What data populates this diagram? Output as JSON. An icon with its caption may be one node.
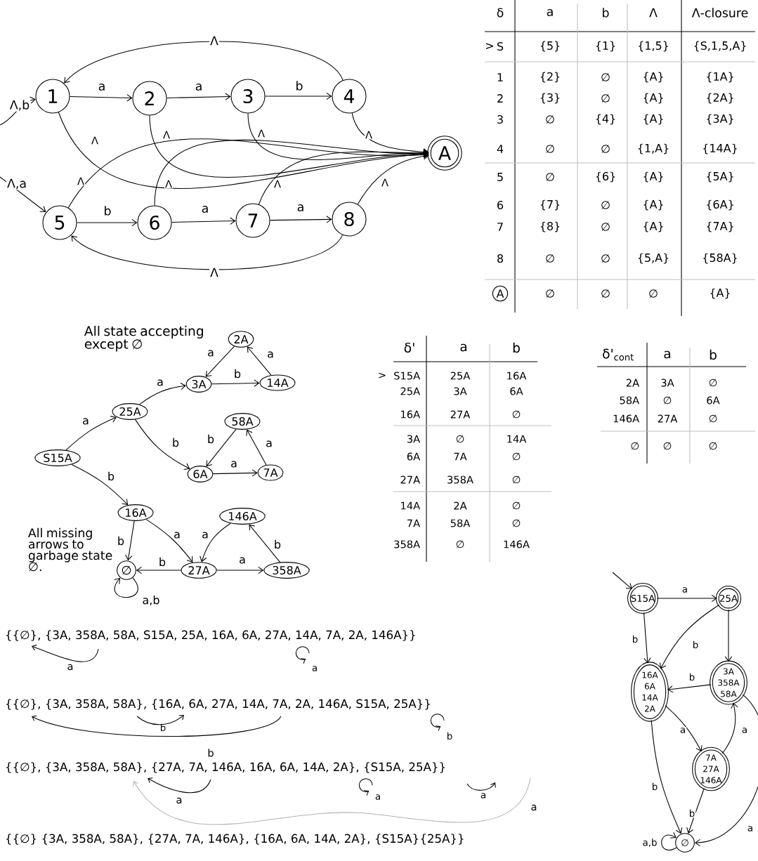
{
  "diagram": {
    "nodes": [
      {
        "text": [
          "1"
        ]
      },
      {
        "text": [
          "2"
        ]
      },
      {
        "text": [
          "3"
        ]
      },
      {
        "text": [
          "4"
        ]
      },
      {
        "text": [
          "A"
        ]
      },
      {
        "text": [
          "5"
        ]
      },
      {
        "text": [
          "6"
        ]
      },
      {
        "text": [
          "7"
        ]
      },
      {
        "text": [
          "8"
        ]
      },
      {
        "text": [
          "A"
        ]
      },
      {
        "text": [
          "2A"
        ]
      },
      {
        "text": [
          "3A"
        ]
      },
      {
        "text": [
          "14A"
        ]
      },
      {
        "text": [
          "25A"
        ]
      },
      {
        "text": [
          "58A"
        ]
      },
      {
        "text": [
          "S15A"
        ]
      },
      {
        "text": [
          "6A"
        ]
      },
      {
        "text": [
          "7A"
        ]
      },
      {
        "text": [
          "16A"
        ]
      },
      {
        "text": [
          "146A"
        ]
      },
      {
        "text": [
          "∅"
        ]
      },
      {
        "text": [
          "27A"
        ]
      },
      {
        "text": [
          "358A"
        ]
      },
      {
        "text": [
          "S15A"
        ]
      },
      {
        "text": [
          "25A"
        ]
      },
      {
        "text": [
          "16A 6A 14A 2A"
        ]
      },
      {
        "text": [
          "3A 358A 58A"
        ]
      },
      {
        "text": [
          "7A 27A 146A"
        ]
      },
      {
        "text": [
          "∅"
        ]
      }
    ],
    "edges": [
      {
        "from": null,
        "to": 0,
        "arrow": "to",
        "label": "Λ,b"
      },
      {
        "from": null,
        "to": 5,
        "arrow": "to",
        "label": "Λ,a"
      },
      {
        "from": 0,
        "to": 1,
        "arrow": "to",
        "label": "a"
      },
      {
        "from": 1,
        "to": 2,
        "arrow": "to",
        "label": "a"
      },
      {
        "from": 2,
        "to": 3,
        "arrow": "to",
        "label": "b"
      },
      {
        "from": 3,
        "to": 0,
        "arrow": "to",
        "label": "Λ"
      },
      {
        "from": 0,
        "to": 4,
        "arrow": "to",
        "label": "Λ"
      },
      {
        "from": 1,
        "to": 4,
        "arrow": "to",
        "label": "Λ"
      },
      {
        "from": 2,
        "to": 4,
        "arrow": "to",
        "label": "Λ"
      },
      {
        "from": 3,
        "to": 4,
        "arrow": "to",
        "label": "Λ"
      },
      {
        "from": 5,
        "to": 4,
        "arrow": "to",
        "label": "Λ"
      },
      {
        "from": 6,
        "to": 4,
        "arrow": "to",
        "label": "Λ"
      },
      {
        "from": 7,
        "to": 4,
        "arrow": "to",
        "label": "Λ"
      },
      {
        "from": 8,
        "to": 4,
        "arrow": "to",
        "label": "Λ"
      },
      {
        "from": 5,
        "to": 6,
        "arrow": "to",
        "label": "b"
      },
      {
        "from": 6,
        "to": 7,
        "arrow": "to",
        "label": "a"
      },
      {
        "from": 7,
        "to": 8,
        "arrow": "to",
        "label": "a"
      },
      {
        "from": 8,
        "to": 5,
        "arrow": "to",
        "label": "Λ"
      },
      {
        "from": 10,
        "to": 11,
        "arrow": "to",
        "label": "a"
      },
      {
        "from": 12,
        "to": 10,
        "arrow": "to",
        "label": "a"
      },
      {
        "from": 11,
        "to": 12,
        "arrow": "to",
        "label": "b"
      },
      {
        "from": 13,
        "to": 11,
        "arrow": "to",
        "label": "a"
      },
      {
        "from": 15,
        "to": 13,
        "arrow": "to",
        "label": "a"
      },
      {
        "from": 13,
        "to": 16,
        "arrow": "to",
        "label": "b"
      },
      {
        "from": 14,
        "to": 16,
        "arrow": "to",
        "label": "b"
      },
      {
        "from": 17,
        "to": 14,
        "arrow": "to",
        "label": "a"
      },
      {
        "from": 16,
        "to": 17,
        "arrow": "to",
        "label": "a"
      },
      {
        "from": 15,
        "to": 18,
        "arrow": "to",
        "label": "b"
      },
      {
        "from": 18,
        "to": 20,
        "arrow": "to",
        "label": "b"
      },
      {
        "from": 18,
        "to": 21,
        "arrow": "to",
        "label": "a"
      },
      {
        "from": 19,
        "to": 21,
        "arrow": "to",
        "label": "a"
      },
      {
        "from": 22,
        "to": 19,
        "arrow": "to",
        "label": "b"
      },
      {
        "from": 21,
        "to": 22,
        "arrow": "to",
        "label": "a"
      },
      {
        "from": 21,
        "to": 20,
        "arrow": "to",
        "label": "b"
      },
      {
        "from": 20,
        "to": 20,
        "arrow": "to",
        "label": "a,b"
      },
      {
        "from": null,
        "to": 23,
        "arrow": "to"
      },
      {
        "from": 23,
        "to": 24,
        "arrow": "to",
        "label": "a"
      },
      {
        "from": 23,
        "to": 25,
        "arrow": "to",
        "label": "b"
      },
      {
        "from": 24,
        "to": 25,
        "arrow": "to",
        "label": "b"
      },
      {
        "from": 24,
        "to": 26,
        "arrow": "to"
      },
      {
        "from": 26,
        "to": 25,
        "arrow": "to",
        "label": "b"
      },
      {
        "from": 27,
        "to": 26,
        "arrow": "to",
        "label": "a"
      },
      {
        "from": 25,
        "to": 27,
        "arrow": "to",
        "label": "a"
      },
      {
        "from": 25,
        "to": 28,
        "arrow": "to",
        "label": "b"
      },
      {
        "from": 27,
        "to": 28,
        "arrow": "to",
        "label": "b"
      },
      {
        "from": 26,
        "to": 28,
        "arrow": "to",
        "label": "a"
      },
      {
        "from": 28,
        "to": 28,
        "arrow": "to",
        "label": "a,b"
      }
    ],
    "labels": [
      "δ",
      "a",
      "b",
      "Λ",
      "Λ-closure",
      ">",
      "S",
      "{5}",
      "{1}",
      "{1,5}",
      "{S,1,5,A}",
      "1",
      "{2}",
      "∅",
      "{A}",
      "{1A}",
      "2",
      "{3}",
      "∅",
      "{A}",
      "{2A}",
      "3",
      "∅",
      "{4}",
      "{A}",
      "{3A}",
      "4",
      "∅",
      "∅",
      "{1,A}",
      "{14A}",
      "5",
      "∅",
      "{6}",
      "{A}",
      "{5A}",
      "6",
      "{7}",
      "∅",
      "{A}",
      "{6A}",
      "7",
      "{8}",
      "∅",
      "{A}",
      "{7A}",
      "8",
      "∅",
      "∅",
      "{5,A}",
      "{58A}",
      "∅",
      "∅",
      "∅",
      "{A}",
      "All state accepting except ∅",
      "All missing arrows to garbage state ∅.",
      "δ'",
      "a",
      "b",
      ">",
      "S15A",
      "25A",
      "16A",
      "25A",
      "3A",
      "6A",
      "16A",
      "27A",
      "∅",
      "3A",
      "∅",
      "14A",
      "6A",
      "7A",
      "∅",
      "27A",
      "358A",
      "∅",
      "14A",
      "2A",
      "∅",
      "7A",
      "58A",
      "∅",
      "358A",
      "∅",
      "146A",
      "δ'$_{cont}$",
      "a",
      "b",
      "2A",
      "3A",
      "∅",
      "58A",
      "∅",
      "6A",
      "146A",
      "27A",
      "∅",
      "∅",
      "∅",
      "∅",
      "{{∅}, {3A, 358A, 58A, S15A, 25A, 16A, 6A, 27A, 14A, 7A, 2A, 146A}}",
      "a",
      "a",
      "{{∅}, {3A, 358A, 58A}, {16A, 6A, 27A, 14A, 7A, 2A, 146A, S15A, 25A}}",
      "b",
      "b",
      "b",
      "{{∅}, {3A, 358A, 58A}, {27A, 7A, 146A, 16A, 6A, 14A, 2A}, {S15A, 25A}}",
      "a",
      "a",
      "a",
      "a",
      "{{∅} {3A, 358A, 58A}, {27A, 7A, 146A}, {16A, 6A, 14A, 2A}, {S15A}{25A}}"
    ]
  }
}
